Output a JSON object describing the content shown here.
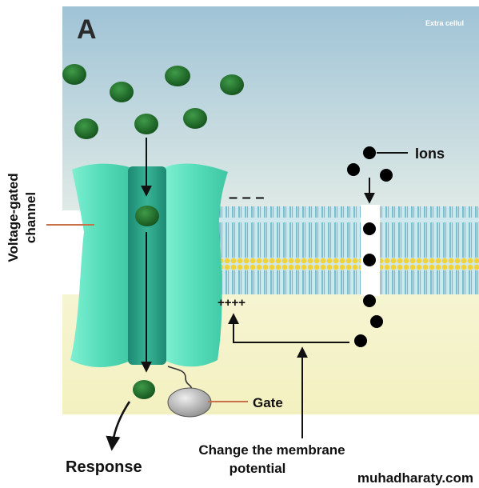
{
  "diagram": {
    "panel_letter": "A",
    "corner_text": "Extra cellul",
    "labels": {
      "channel": [
        "Voltage-gated",
        "channel"
      ],
      "ions": "Ions",
      "gate": "Gate",
      "change": [
        "Change the membrane",
        "potential"
      ],
      "response": "Response"
    },
    "charges": {
      "negative": "– – –",
      "positive": "++++"
    },
    "watermark": "muhadharaty.com"
  },
  "colors": {
    "extracellular_top": "#a6c8d8",
    "extracellular_bottom": "#dde9e6",
    "intracellular": "#f3f1c6",
    "channel_fill": "#5fe3c0",
    "channel_pore": "#1f8f78",
    "ion_green": "#1e6b2a",
    "ion_black": "#000000",
    "membrane_head": "#f0d23a",
    "membrane_tail": "#4aa6c4",
    "label_line": "#c8704a"
  }
}
